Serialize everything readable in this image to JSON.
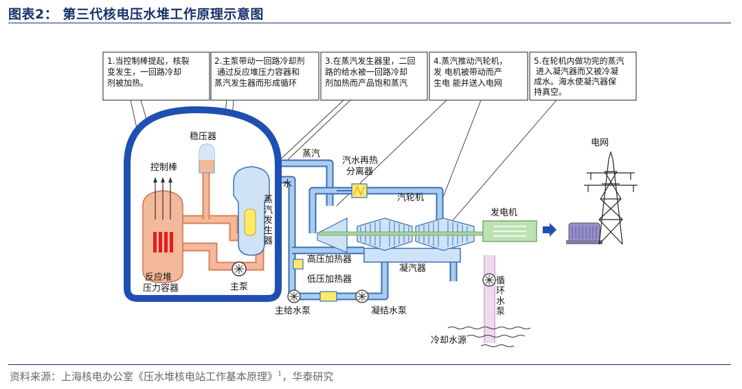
{
  "figure": {
    "title": "图表2：  第三代核电压水堆工作原理示意图",
    "source_text": "资料来源：上海核电办公室《压水堆核电站工作基本原理》",
    "source_sup": "1",
    "source_suffix": "，华泰研究"
  },
  "notes": [
    {
      "lines": [
        "1.当控制棒提起，核裂",
        "变发生，一回路冷却",
        "剂被加热。"
      ]
    },
    {
      "lines": [
        "2.主泵带动一回路冷却剂",
        "通过反应堆压力容器和",
        "蒸汽发生器而形成循环"
      ]
    },
    {
      "lines": [
        "3.在蒸汽发生器里，二回",
        "路的给水被一回路冷却",
        "剂加热而产品饱和蒸汽"
      ]
    },
    {
      "lines": [
        "4.蒸汽推动汽轮机，",
        "发   电机被带动而产",
        "生电   能并送入电网"
      ]
    },
    {
      "lines": [
        "5.在轮机内做功完的蒸汽",
        "进入凝汽器而又被冷凝",
        "成水。海水使凝汽器保",
        "持真空。"
      ]
    }
  ],
  "labels": {
    "pressurizer": "稳压器",
    "control_rods": "控制棒",
    "reactor_vessel_1": "反应堆",
    "reactor_vessel_2": "压力容器",
    "main_pump": "主泵",
    "steam": "蒸汽",
    "water": "水",
    "steam_generator": [
      "蒸",
      "汽",
      "发",
      "生",
      "器"
    ],
    "separator_1": "汽水再热",
    "separator_2": "分离器",
    "turbine": "汽轮机",
    "generator": "发电机",
    "grid": "电网",
    "hp_heater": "高压加热器",
    "condenser": "凝汽器",
    "lp_heater": "低压加热器",
    "feedwater_pump": "主给水泵",
    "condensate_pump": "凝结水泵",
    "circulating_pump": [
      "循",
      "环",
      "水",
      "泵"
    ],
    "cooling_source": "冷却水源"
  },
  "colors": {
    "title": "#16306b",
    "containment": "#1f4fb0",
    "pipe_blue": "#a9cdef",
    "pipe_outline": "#3b6fb5",
    "primary_loop": "#f3b99a",
    "fuel": "#e01e1e",
    "heater": "#ffe96b",
    "shaft": "#a8d6a0",
    "circ_pipe": "#e3c3e1"
  },
  "icons": [
    "pump-icon",
    "transmission-tower-icon",
    "arrow-right-icon",
    "transformer-icon"
  ]
}
